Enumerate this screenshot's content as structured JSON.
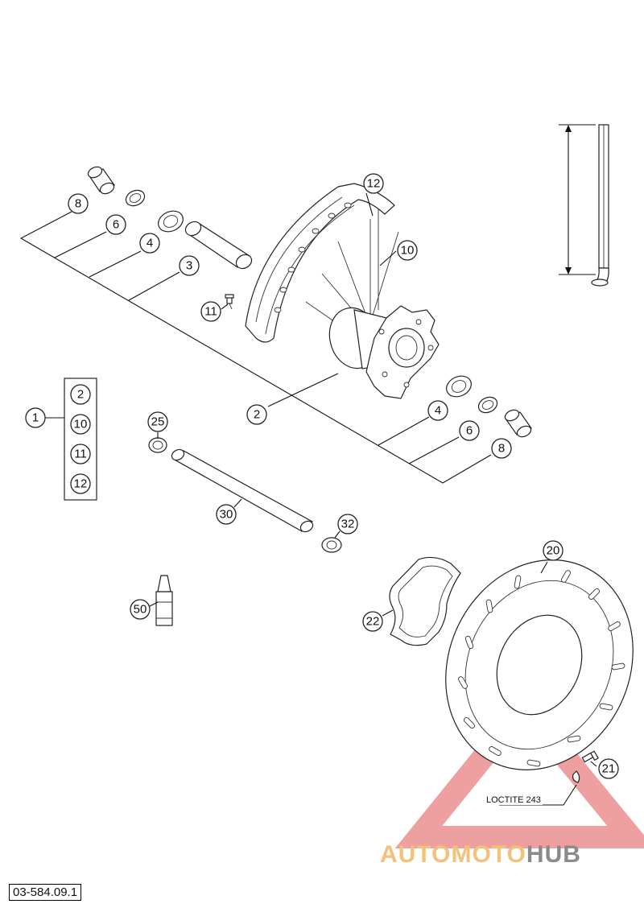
{
  "diagram": {
    "reference_code": "03-584.09.1",
    "loctite_label": "LOCTITE 243",
    "watermark": {
      "part_a": "AUTOMOTO",
      "part_b": "HUB"
    },
    "callouts": {
      "c8a": "8",
      "c6a": "6",
      "c4a": "4",
      "c3": "3",
      "c12": "12",
      "c10": "10",
      "c11": "11",
      "c2": "2",
      "c4b": "4",
      "c6b": "6",
      "c8b": "8",
      "c1": "1",
      "kit2": "2",
      "kit10": "10",
      "kit11": "11",
      "kit12": "12",
      "c25": "25",
      "c30": "30",
      "c32": "32",
      "c50": "50",
      "c20": "20",
      "c22": "22",
      "c21": "21"
    }
  }
}
